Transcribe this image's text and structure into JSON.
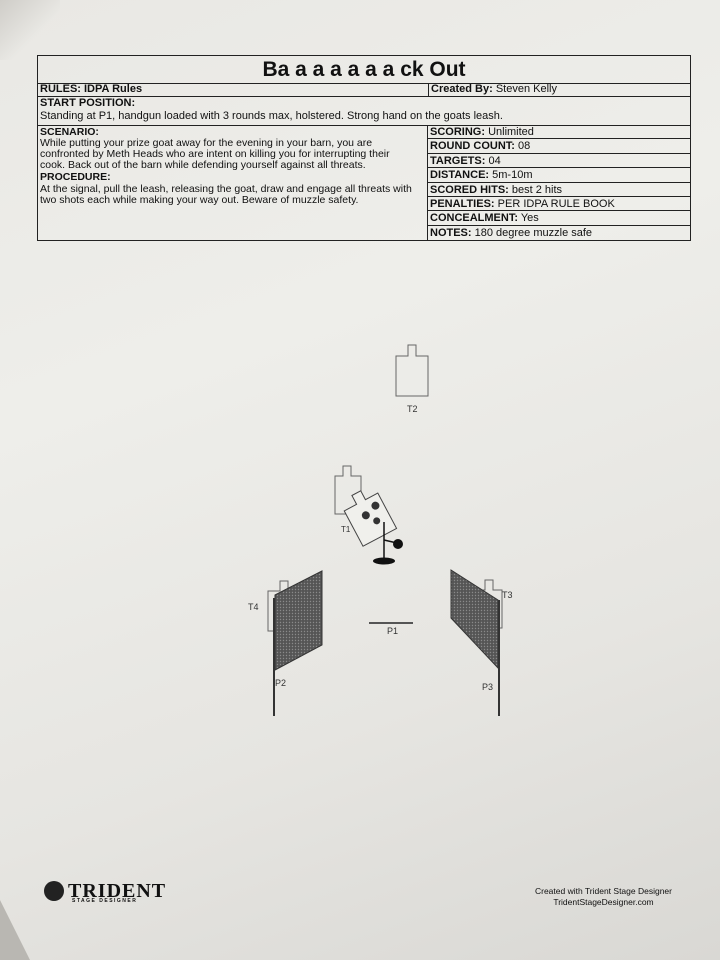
{
  "stage": {
    "title": "Ba a a a a a a ck Out",
    "rules": "RULES: IDPA Rules",
    "created_label": "Created By:",
    "created_by": "Steven Kelly",
    "start_label": "START POSITION:",
    "start_text": "Standing at P1, handgun loaded with 3 rounds max, holstered. Strong hand on the goats leash.",
    "scenario_label": "SCENARIO:",
    "scenario_lines": [
      "While putting your prize goat away for the evening in your barn, you are",
      "confronted by Meth Heads  who are intent on killing you for interrupting their",
      "cook. Back out of the barn while defending yourself against all threats."
    ],
    "procedure_label": "PROCEDURE:",
    "procedure_lines": [
      "At the signal, pull the leash, releasing the goat, draw and engage all threats with",
      "two shots each while making your way out. Beware of muzzle safety."
    ],
    "details": [
      {
        "label": "SCORING:",
        "value": "Unlimited"
      },
      {
        "label": "ROUND COUNT:",
        "value": "08"
      },
      {
        "label": "TARGETS:",
        "value": "04"
      },
      {
        "label": "DISTANCE:",
        "value": "5m-10m"
      },
      {
        "label": "SCORED HITS:",
        "value": "best 2 hits"
      },
      {
        "label": "PENALTIES:",
        "value": "PER IDPA RULE BOOK"
      },
      {
        "label": "CONCEALMENT:",
        "value": "Yes"
      },
      {
        "label": "NOTES:",
        "value": "180 degree muzzle safe"
      }
    ]
  },
  "diagram": {
    "labels": {
      "t1": "T1",
      "t2": "T2",
      "t3": "T3",
      "t4": "T4",
      "p1": "P1",
      "p2": "P2",
      "p3": "P3"
    }
  },
  "footer": {
    "logo": "TRIDENT",
    "logo_sub": "STAGE DESIGNER",
    "line1": "Created with Trident Stage Designer",
    "line2": "TridentStageDesigner.com"
  }
}
